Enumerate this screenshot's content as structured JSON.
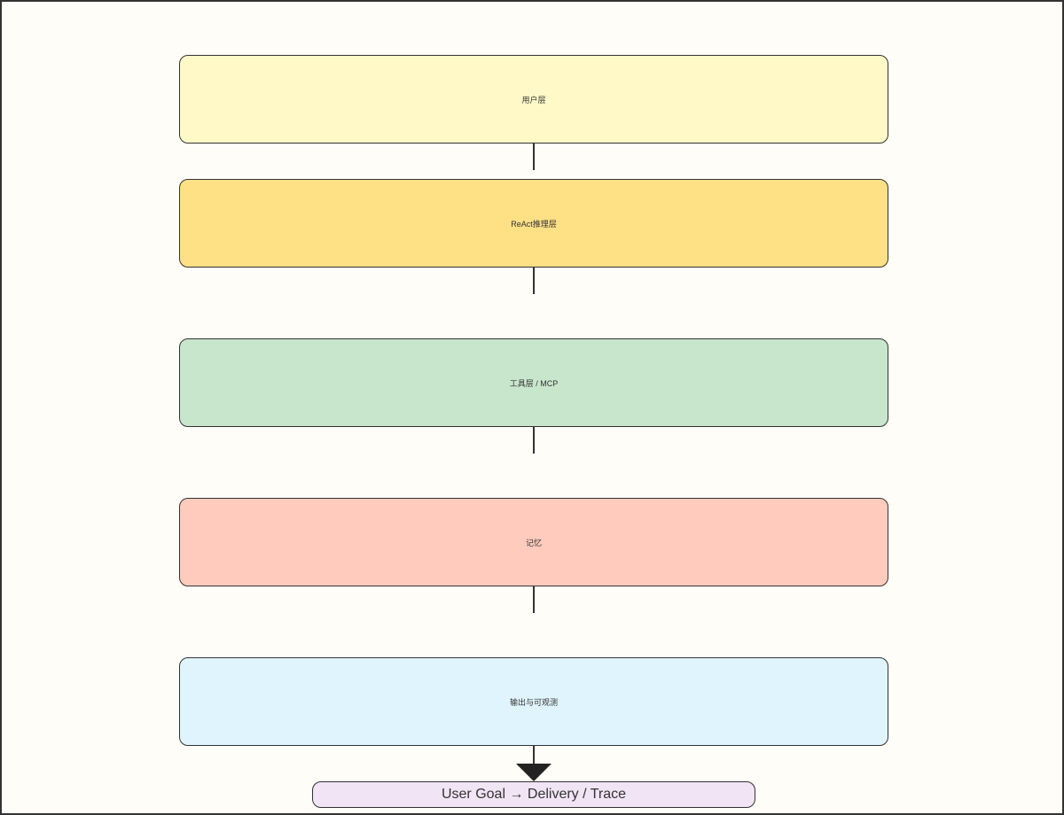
{
  "layers": [
    {
      "label": "用户层",
      "color": "#fef9c6"
    },
    {
      "label": "ReAct推理层",
      "color": "#fee085"
    },
    {
      "label": "工具层 / MCP",
      "color": "#c8e6cc"
    },
    {
      "label": "记忆",
      "color": "#ffcbbd"
    },
    {
      "label": "输出与可观测",
      "color": "#e0f4fe"
    }
  ],
  "footer": {
    "label": "User Goal → Delivery / Trace",
    "color": "#f1e4f5"
  }
}
